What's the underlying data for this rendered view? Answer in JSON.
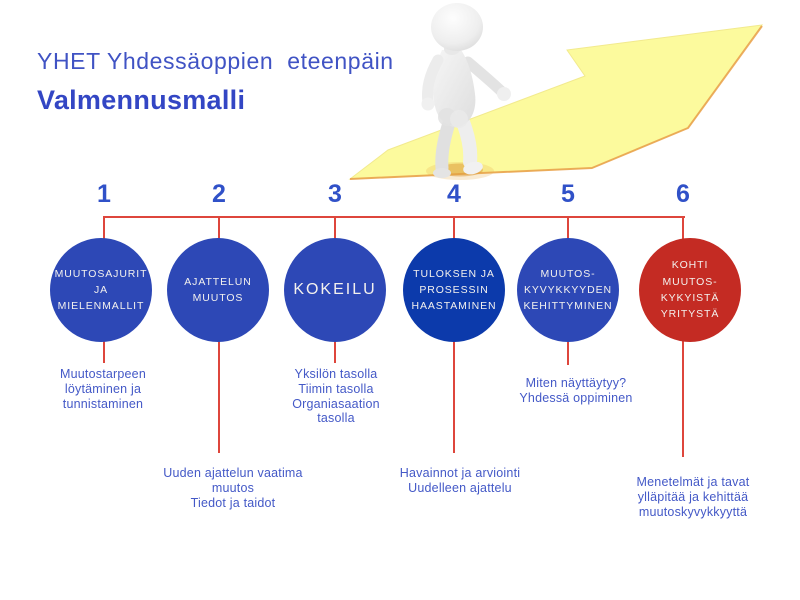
{
  "slide": {
    "title": "YHET Yhdessäoppien  eteenpäin",
    "subtitle": "Valmennusmalli"
  },
  "colors": {
    "title_blue": "#4053c4",
    "subtitle_blue": "#3346c4",
    "number_blue": "#3051c8",
    "connector_red": "#de463c",
    "note_blue": "#4459c7",
    "circle_text": "#f3f1ee",
    "circle_blue": "#2d48b6",
    "circle_dark_blue": "#0c3aab",
    "circle_red": "#c42b23",
    "arrow_yellow": "#fcfa9d",
    "arrow_edge_orange": "#e9a04a",
    "figure_gray": "#ececec"
  },
  "illustrations": {
    "arrow_icon": "upward-right-arrow",
    "figure_icon": "walking-person-3d"
  },
  "stages": [
    {
      "number": "1",
      "label": "MUUTOSAJURIT\nJA\nMIELENMALLIT",
      "circle_color": "#2d48b6",
      "note": "Muutostarpeen\nlöytäminen ja\ntunnistaminen"
    },
    {
      "number": "2",
      "label": "AJATTELUN\nMUUTOS",
      "circle_color": "#2d48b6",
      "note": "Uuden ajattelun vaatima\nmuutos\nTiedot ja taidot"
    },
    {
      "number": "3",
      "label": "KOKEILU",
      "circle_color": "#2d48b6",
      "note": "Yksilön tasolla\nTiimin tasolla\nOrganiasaation\ntasolla"
    },
    {
      "number": "4",
      "label": "TULOKSEN JA\nPROSESSIN\nHAASTAMINEN",
      "circle_color": "#0c3aab",
      "note": "Havainnot ja arviointi\nUudelleen ajattelu"
    },
    {
      "number": "5",
      "label": "MUUTOS-\nKYVYKKYYDEN\nKEHITTYMINEN",
      "circle_color": "#2d48b6",
      "note": "Miten näyttäytyy?\nYhdessä oppiminen"
    },
    {
      "number": "6",
      "label": "KOHTI\nMUUTOS-\nKYKYISTÄ\nYRITYSTÄ",
      "circle_color": "#c42b23",
      "note": "Menetelmät ja tavat\nylläpitää ja kehittää\nmuutoskyvykkyyttä"
    }
  ]
}
